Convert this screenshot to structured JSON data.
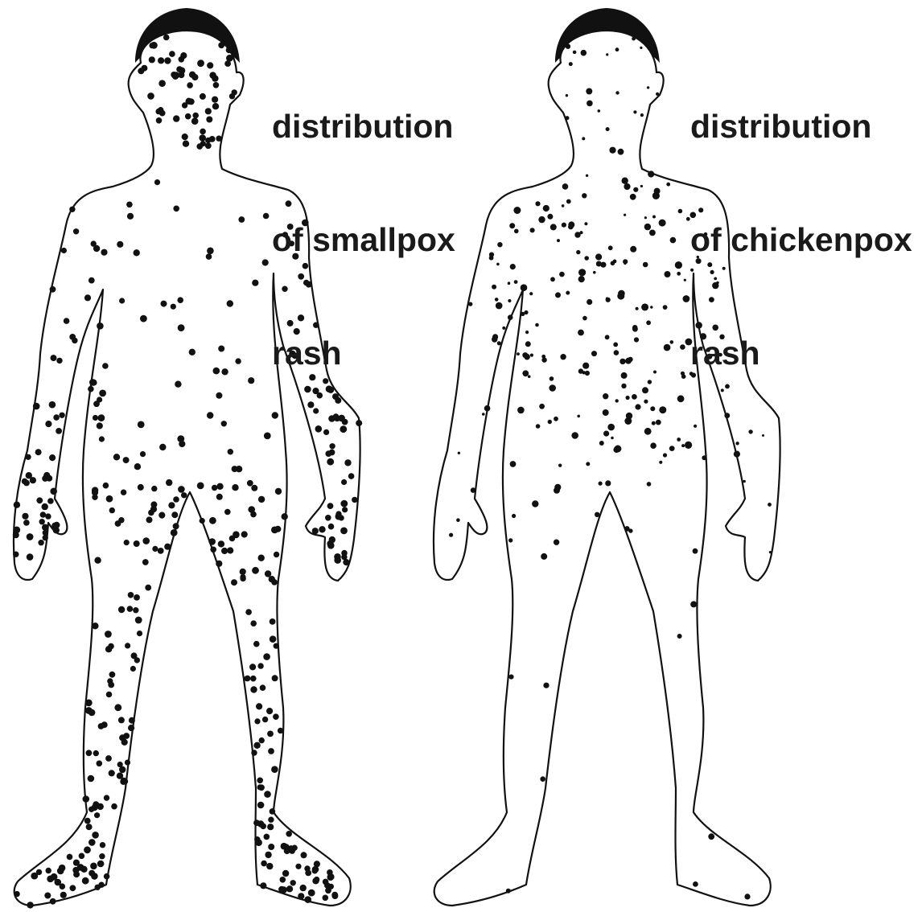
{
  "figures": [
    {
      "id": "smallpox",
      "caption_lines": [
        "distribution",
        "of smallpox",
        "rash"
      ],
      "rash_pattern": "centrifugal"
    },
    {
      "id": "chickenpox",
      "caption_lines": [
        "distribution",
        "of chickenpox",
        "rash"
      ],
      "rash_pattern": "centripetal"
    }
  ],
  "colors": {
    "outline": "#111111",
    "dots": "#111111",
    "hair": "#111111",
    "background": "#ffffff"
  }
}
